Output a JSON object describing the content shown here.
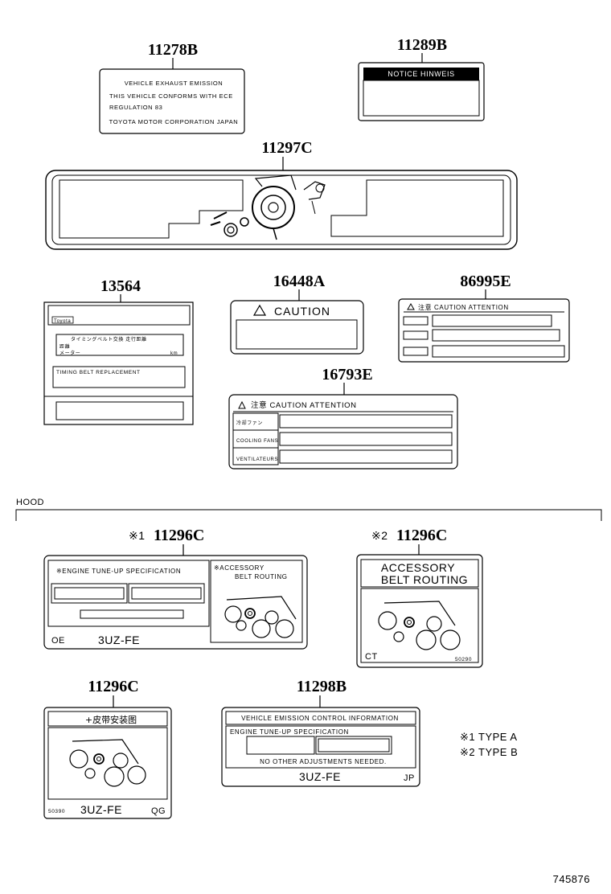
{
  "parts": {
    "p11278b": "11278B",
    "p11289b": "11289B",
    "p11297c": "11297C",
    "p13564": "13564",
    "p16448a": "16448A",
    "p86995e": "86995E",
    "p16793e": "16793E",
    "p11296c_a": "11296C",
    "p11296c_b": "11296C",
    "p11296c": "11296C",
    "p11298b": "11298B"
  },
  "labels": {
    "l11278b": {
      "line1": "VEHICLE   EXHAUST   EMISSION",
      "line2": "THIS  VEHICLE  CONFORMS  WITH  ECE",
      "line3": "REGULATION  83",
      "line4": "TOYOTA  MOTOR  CORPORATION  JAPAN"
    },
    "l11289b": {
      "header": "NOTICE     HINWEIS"
    },
    "l13564": {
      "tag": "Toyota",
      "row_a": "タイミングベルト交換   走行距離",
      "row_b": "距離",
      "row_c": "メーター",
      "unit": "km",
      "belt": "TIMING  BELT  REPLACEMENT"
    },
    "l16448a": {
      "header": "CAUTION"
    },
    "l86995e": {
      "header": "注意      CAUTION      ATTENTION"
    },
    "l16793e": {
      "header": "注意      CAUTION       ATTENTION",
      "row1": "冷却ファン",
      "row2": "COOLING  FANS",
      "row3": "VENTILATEURS"
    },
    "l11296c_a": {
      "spec": "※ENGINE   TUNE-UP   SPECIFICATION",
      "belt1": "※ACCESSORY",
      "belt2": "BELT  ROUTING",
      "code": "OE",
      "engine": "3UZ-FE"
    },
    "l11296c_b": {
      "line1": "ACCESSORY",
      "line2": "BELT  ROUTING",
      "code": "CT",
      "num": "50290"
    },
    "l11296c": {
      "header": "+皮带安装图",
      "num": "50390",
      "engine": "3UZ-FE",
      "code": "QG"
    },
    "l11298b": {
      "line1": "VEHICLE   EMISSION   CONTROL   INFORMATION",
      "line2": "ENGINE  TUNE-UP  SPECIFICATION",
      "line3": "NO   OTHER   ADJUSTMENTS   NEEDED.",
      "engine": "3UZ-FE",
      "code": "JP"
    }
  },
  "section": {
    "hood": "HOOD"
  },
  "notes": {
    "m1": "※1",
    "m2": "※2",
    "type_a": "※1  TYPE A",
    "type_b": "※2  TYPE B"
  },
  "diagram_number": "745876"
}
